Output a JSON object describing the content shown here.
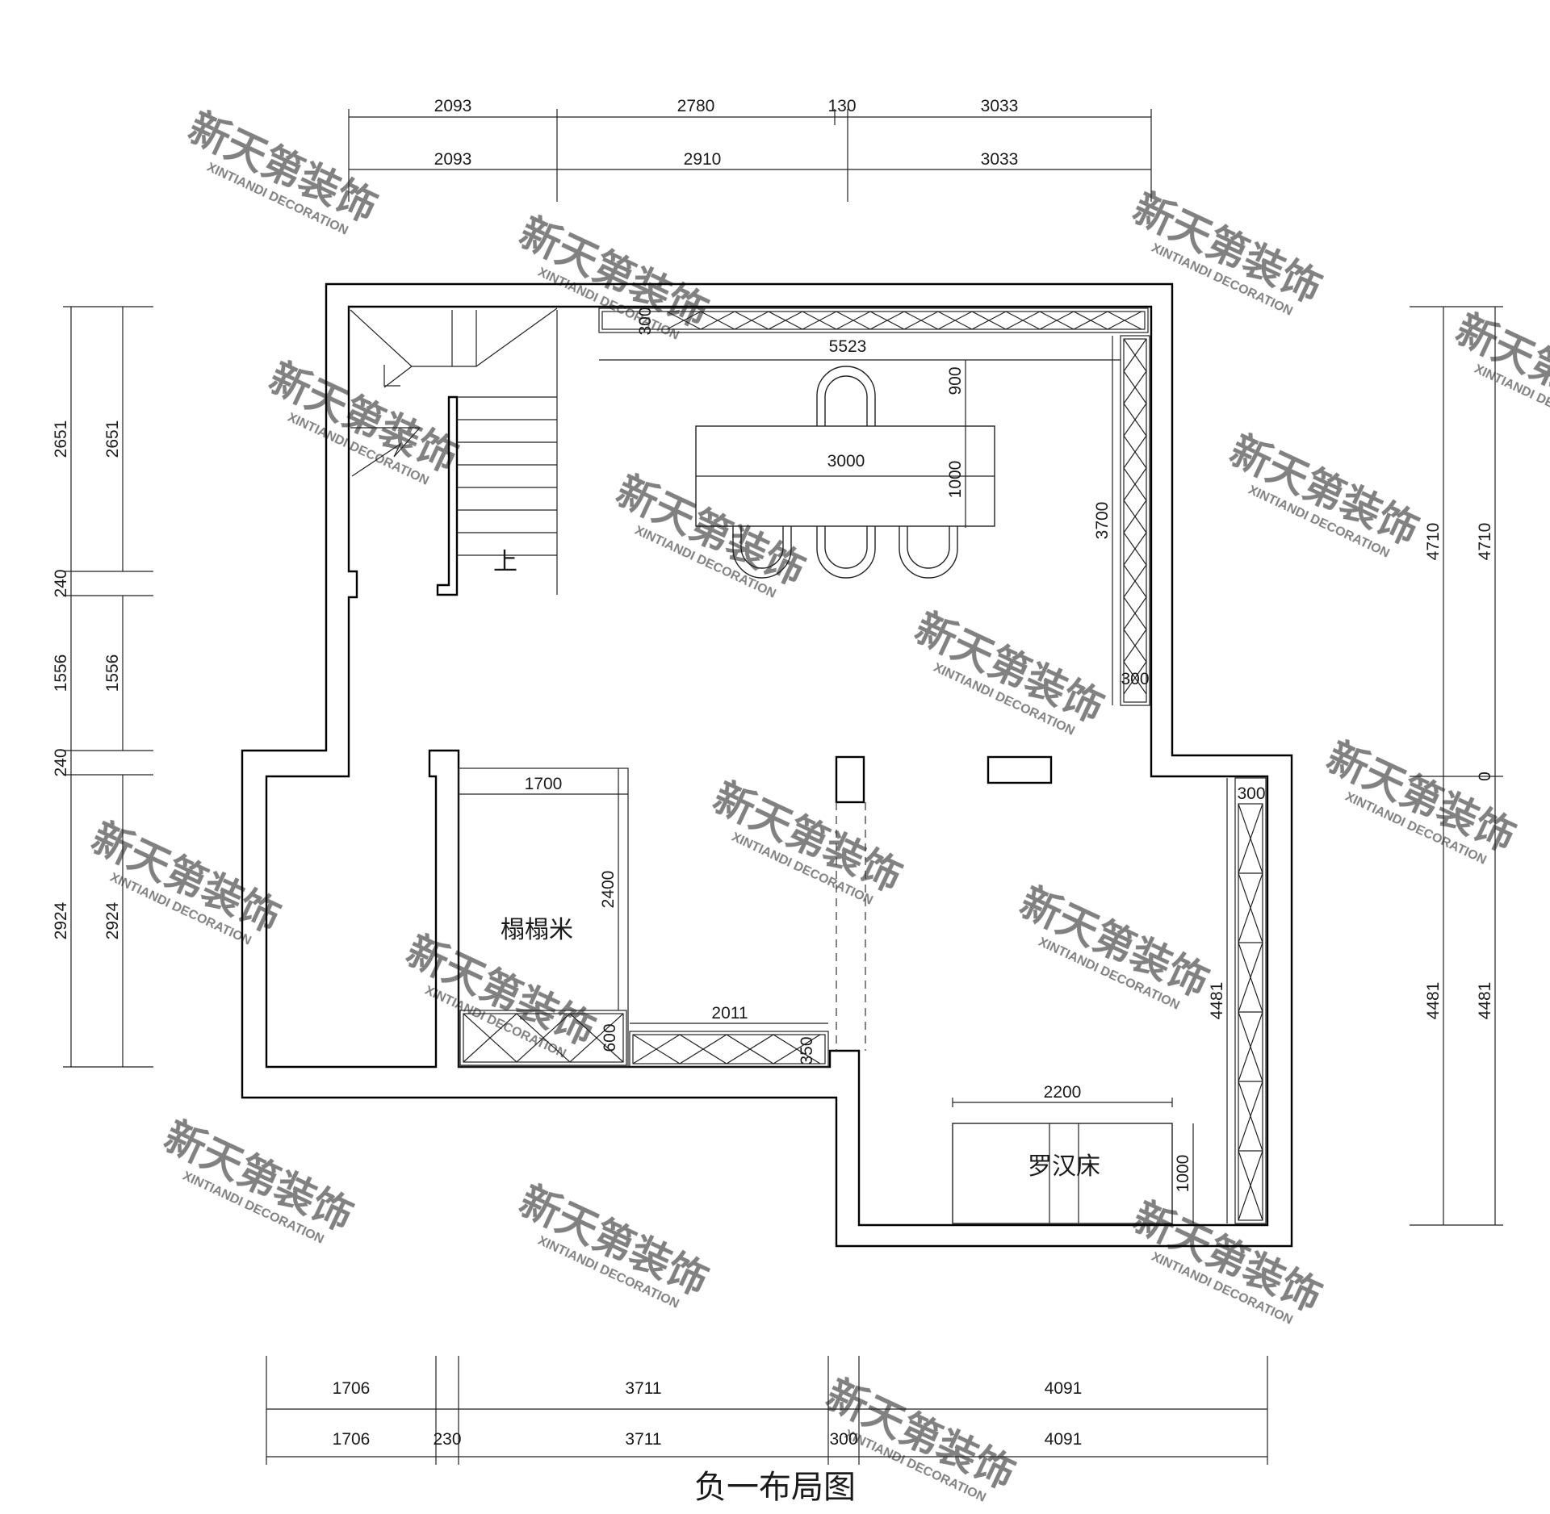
{
  "title": "负一布局图",
  "rooms": {
    "tatami": "榻榻米",
    "luohan_bed": "罗汉床",
    "stair_up": "上"
  },
  "dimensions": {
    "top_row1": [
      "2093",
      "2780",
      "130",
      "3033"
    ],
    "top_row2": [
      "2093",
      "2910",
      "3033"
    ],
    "bottom_row1": [
      "1706",
      "3711",
      "4091"
    ],
    "bottom_row2": [
      "1706",
      "230",
      "3711",
      "300",
      "4091"
    ],
    "left_outer": [
      "2651",
      "240",
      "1556",
      "240",
      "2924"
    ],
    "left_inner": [
      "2651",
      "1556",
      "2924"
    ],
    "right_inner": [
      "4710",
      "0",
      "4481"
    ],
    "right_outer": [
      "4710",
      "4481"
    ],
    "interior": {
      "top_cabinet_depth": "300",
      "top_cabinet_length": "5523",
      "table_clearance": "900",
      "table_length": "3000",
      "table_width": "1000",
      "right_cabinet_length": "3700",
      "right_cabinet_depth": "300",
      "lower_right_cabinet_depth": "300",
      "lower_right_cabinet_length": "4481",
      "tatami_width": "1700",
      "tatami_length": "2400",
      "cabinet_600": "600",
      "low_cabinet_length": "2011",
      "low_cabinet_depth": "350",
      "bed_length": "2200",
      "bed_width": "1000"
    }
  },
  "watermark": {
    "brand": "新天第装饰",
    "sub": "XINTIANDI DECORATION"
  },
  "colors": {
    "line": "#000000",
    "background": "#ffffff",
    "watermark": "#d9d9d9"
  }
}
